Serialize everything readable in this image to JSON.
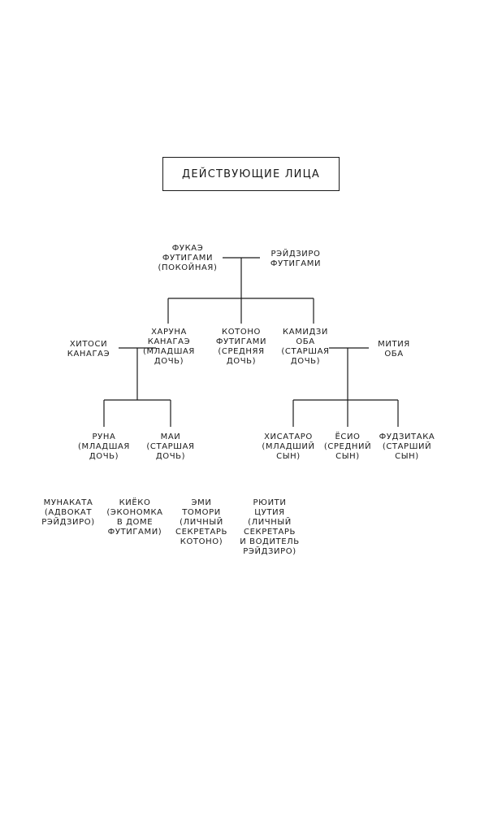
{
  "title": "ДЕЙСТВУЮЩИЕ ЛИЦА",
  "people": {
    "fukae": {
      "lines": [
        "ФУКАЭ",
        "ФУТИГАМИ",
        "(ПОКОЙНАЯ)"
      ]
    },
    "reijiro": {
      "lines": [
        "РЭЙДЗИРО",
        "ФУТИГАМИ"
      ]
    },
    "haruna": {
      "lines": [
        "ХАРУНА",
        "КАНАГАЭ",
        "(МЛАДШАЯ",
        "ДОЧЬ)"
      ]
    },
    "kotono": {
      "lines": [
        "КОТОНО",
        "ФУТИГАМИ",
        "(СРЕДНЯЯ",
        "ДОЧЬ)"
      ]
    },
    "kamidzi": {
      "lines": [
        "КАМИДЗИ",
        "ОБА",
        "(СТАРШАЯ",
        "ДОЧЬ)"
      ]
    },
    "hitoshi": {
      "lines": [
        "ХИТОСИ",
        "КАНАГАЭ"
      ]
    },
    "mitiya": {
      "lines": [
        "МИТИЯ",
        "ОБА"
      ]
    },
    "runa": {
      "lines": [
        "РУНА",
        "(МЛАДШАЯ",
        "ДОЧЬ)"
      ]
    },
    "mai": {
      "lines": [
        "МАИ",
        "(СТАРШАЯ",
        "ДОЧЬ)"
      ]
    },
    "hisataro": {
      "lines": [
        "ХИСАТАРО",
        "(МЛАДШИЙ",
        "СЫН)"
      ]
    },
    "esio": {
      "lines": [
        "ЁСИО",
        "(СРЕДНИЙ",
        "СЫН)"
      ]
    },
    "fudzitaka": {
      "lines": [
        "ФУДЗИТАКА",
        "(СТАРШИЙ",
        "СЫН)"
      ]
    }
  },
  "others": [
    {
      "key": "munakata",
      "lines": [
        "МУНАКАТА",
        "(АДВОКАТ",
        "РЭЙДЗИРО)"
      ]
    },
    {
      "key": "kieko",
      "lines": [
        "КИЁКО",
        "(ЭКОНОМКА",
        "В ДОМЕ",
        "ФУТИГАМИ)"
      ]
    },
    {
      "key": "emi",
      "lines": [
        "ЭМИ",
        "ТОМОРИ",
        "(ЛИЧНЫЙ",
        "СЕКРЕТАРЬ",
        "КОТОНО)"
      ]
    },
    {
      "key": "ryuiti",
      "lines": [
        "РЮИТИ",
        "ЦУТИЯ",
        "(ЛИЧНЫЙ",
        "СЕКРЕТАРЬ",
        "И ВОДИТЕЛЬ",
        "РЭЙДЗИРО)"
      ]
    }
  ]
}
